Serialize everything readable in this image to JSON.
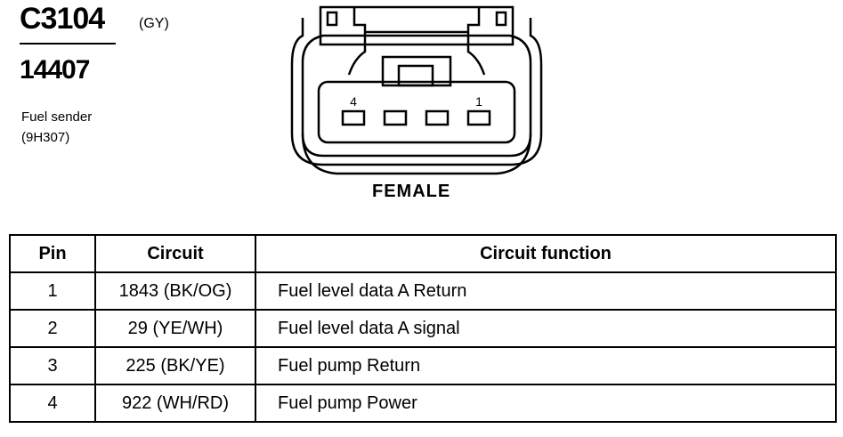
{
  "header": {
    "connector_id": "C3104",
    "color_code": "(GY)",
    "part_number": "14407",
    "description_line1": "Fuel sender",
    "description_line2": "(9H307)"
  },
  "connector": {
    "gender": "FEMALE",
    "pin_label_left": "4",
    "pin_label_right": "1",
    "pin_count": 4
  },
  "table": {
    "headers": [
      "Pin",
      "Circuit",
      "Circuit function"
    ],
    "rows": [
      {
        "pin": "1",
        "circuit": "1843 (BK/OG)",
        "function": "Fuel level data A Return"
      },
      {
        "pin": "2",
        "circuit": "29 (YE/WH)",
        "function": "Fuel level data A signal"
      },
      {
        "pin": "3",
        "circuit": "225 (BK/YE)",
        "function": "Fuel pump Return"
      },
      {
        "pin": "4",
        "circuit": "922 (WH/RD)",
        "function": "Fuel pump Power"
      }
    ]
  }
}
